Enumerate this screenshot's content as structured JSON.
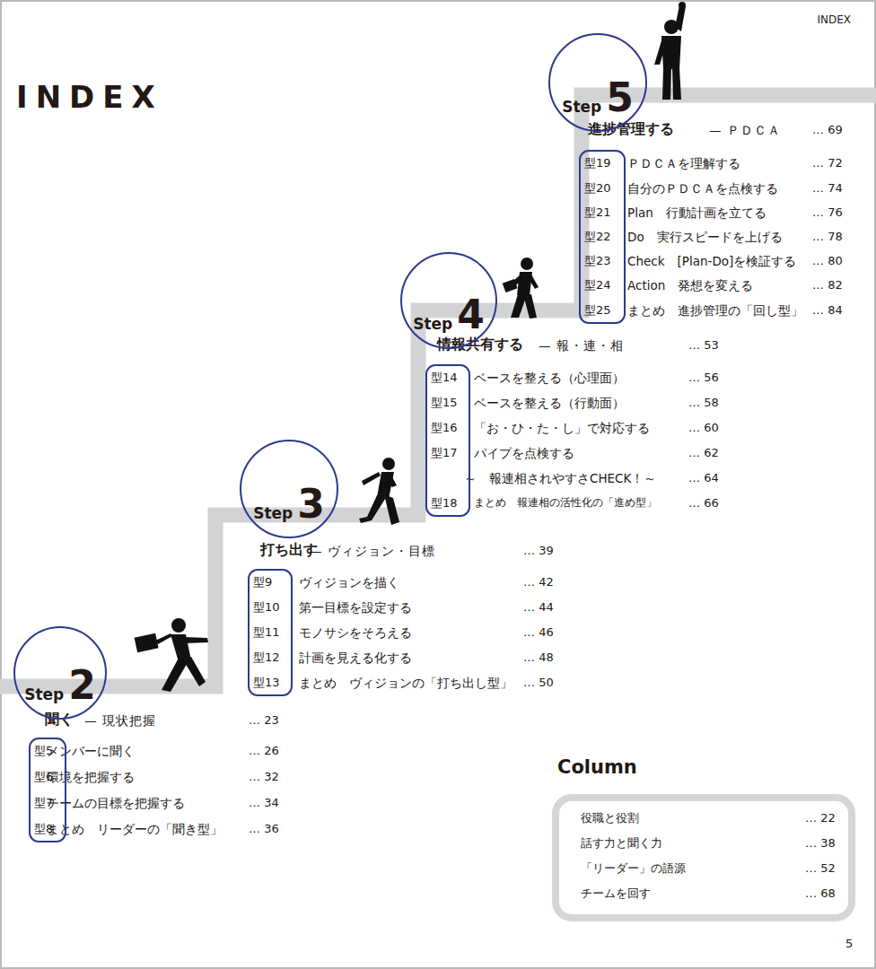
{
  "diagram": {
    "title": "INDEX",
    "nodes": [
      {
        "text": [
          "Step",
          "2"
        ]
      },
      {
        "text": [
          "型5",
          "型6",
          "型7",
          "型8"
        ]
      },
      {
        "text": [
          "Step",
          "3"
        ]
      },
      {
        "text": [
          "型9",
          "型10",
          "型11",
          "型12",
          "型13"
        ]
      },
      {
        "text": [
          "Step",
          "4"
        ]
      },
      {
        "text": [
          "型14",
          "型15",
          "型16",
          "型17",
          "型18"
        ]
      },
      {
        "text": [
          "Step",
          "5"
        ]
      },
      {
        "text": [
          "型19",
          "型20",
          "型21",
          "型22",
          "型23",
          "型24",
          "型25"
        ]
      },
      {
        "text": [
          "Column",
          "役職と役割",
          "… 22",
          "話す力と聞く力",
          "… 38",
          "「リーダー」の語源",
          "… 52",
          "チームを回す",
          "… 68"
        ]
      }
    ],
    "labels": [
      "INDEX",
      "聞く",
      "— 現状把握",
      "… 23",
      "メンバーに聞く",
      "… 26",
      "環境を把握する",
      "… 32",
      "チームの目標を把握する",
      "… 34",
      "まとめ　リーダーの「聞き型」",
      "… 36",
      "打ち出す",
      "— ヴィジョン・目標",
      "… 39",
      "ヴィジョンを描く",
      "… 42",
      "第一目標を設定する",
      "… 44",
      "モノサシをそろえる",
      "… 46",
      "計画を見える化する",
      "… 48",
      "まとめ　ヴィジョンの「打ち出し型」",
      "… 50",
      "情報共有する",
      "— 報・連・相",
      "… 53",
      "ベースを整える（心理面）",
      "… 56",
      "ベースを整える（行動面）",
      "… 58",
      "「お・ひ・た・し」で対応する",
      "… 60",
      "パイプを点検する",
      "… 62",
      "～　報連相されやすさCHECK！～",
      "… 64",
      "まとめ　報連相の活性化の「進め型」",
      "… 66",
      "進捗管理する",
      "— ＰＤＣＡ",
      "… 69",
      "ＰＤＣＡを理解する",
      "… 72",
      "自分のＰＤＣＡを点検する",
      "… 74",
      "Plan　行動計画を立てる",
      "… 76",
      "Do　実行スピードを上げる",
      "… 78",
      "Check　[Plan-Do]を検証する",
      "… 80",
      "Action　発想を変える",
      "… 82",
      "まとめ　進捗管理の「回し型」",
      "… 84",
      "5"
    ]
  }
}
